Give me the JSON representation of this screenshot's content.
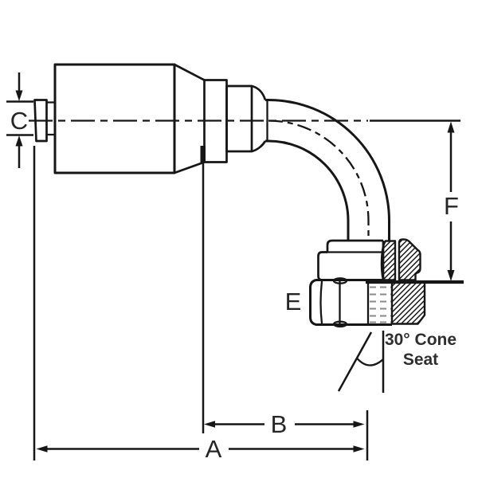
{
  "drawing": {
    "labels": {
      "dim_a": "A",
      "dim_b": "B",
      "dim_c": "C",
      "dim_e": "E",
      "dim_f": "F",
      "cone_note_line1": "30° Cone",
      "cone_note_line2": "Seat"
    },
    "colors": {
      "line": "#161616",
      "text": "#262626",
      "note_text": "#2e2e2e",
      "hidden_thread_dash": "#8a8a8a",
      "background": "#ffffff"
    }
  }
}
